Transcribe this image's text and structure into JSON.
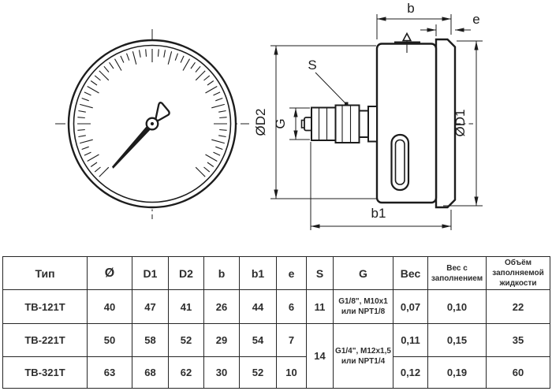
{
  "drawing": {
    "dims": {
      "b": "b",
      "e": "e",
      "s": "S",
      "g": "G",
      "d2": "ØD2",
      "d1": "ØD1",
      "b1": "b1"
    }
  },
  "table": {
    "headers": [
      "Тип",
      "Ø",
      "D1",
      "D2",
      "b",
      "b1",
      "e",
      "S",
      "G",
      "Вес",
      "Вес с заполнением",
      "Объём заполняемой жидкости"
    ],
    "rows": [
      {
        "type": "ТВ-121Т",
        "dia": "40",
        "d1": "47",
        "d2": "41",
        "b": "26",
        "b1": "44",
        "e": "6",
        "s": "11",
        "g": "G1/8\", M10x1 или NPT1/8",
        "weight": "0,07",
        "weight_filled": "0,10",
        "volume": "22"
      },
      {
        "type": "ТВ-221Т",
        "dia": "50",
        "d1": "58",
        "d2": "52",
        "b": "29",
        "b1": "54",
        "e": "7",
        "s": "14",
        "g": "G1/4\", M12x1,5 или NPT1/4",
        "weight": "0,11",
        "weight_filled": "0,15",
        "volume": "35"
      },
      {
        "type": "ТВ-321Т",
        "dia": "63",
        "d1": "68",
        "d2": "62",
        "b": "30",
        "b1": "52",
        "e": "10",
        "weight": "0,12",
        "weight_filled": "0,19",
        "volume": "60"
      }
    ]
  },
  "colors": {
    "line": "#1c1c1c",
    "text": "#2d2d2d",
    "background": "#ffffff"
  }
}
